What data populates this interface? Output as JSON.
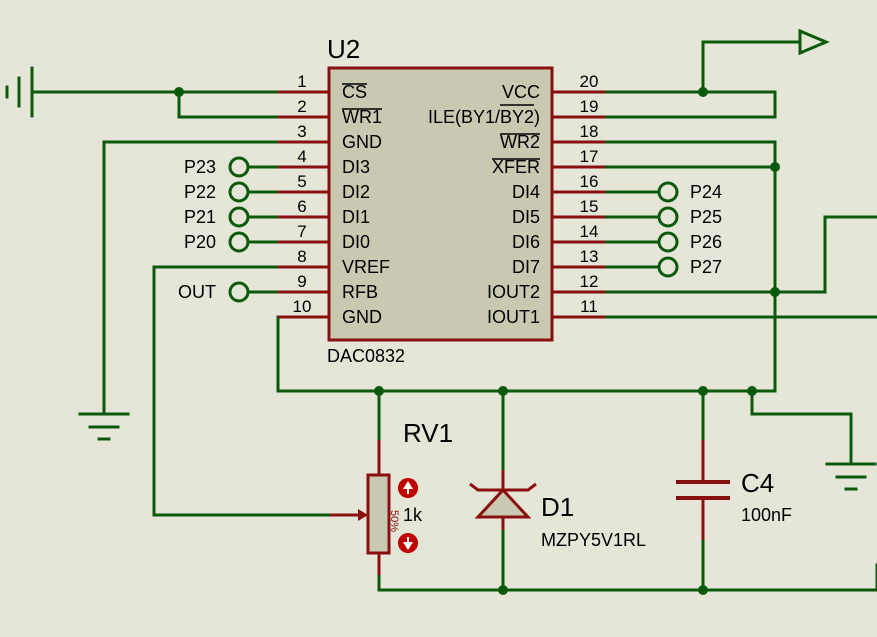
{
  "u2": {
    "ref": "U2",
    "part": "DAC0832",
    "left_pins": [
      {
        "num": "1",
        "name": "CS",
        "overline": true
      },
      {
        "num": "2",
        "name": "WR1",
        "overline": true
      },
      {
        "num": "3",
        "name": "GND"
      },
      {
        "num": "4",
        "name": "DI3"
      },
      {
        "num": "5",
        "name": "DI2"
      },
      {
        "num": "6",
        "name": "DI1"
      },
      {
        "num": "7",
        "name": "DI0"
      },
      {
        "num": "8",
        "name": "VREF"
      },
      {
        "num": "9",
        "name": "RFB"
      },
      {
        "num": "10",
        "name": "GND"
      }
    ],
    "right_pins": [
      {
        "num": "20",
        "name": "VCC"
      },
      {
        "num": "19",
        "name": "ILE(BY1/BY2)"
      },
      {
        "num": "18",
        "name": "WR2",
        "overline": true
      },
      {
        "num": "17",
        "name": "XFER",
        "overline": true
      },
      {
        "num": "16",
        "name": "DI4"
      },
      {
        "num": "15",
        "name": "DI5"
      },
      {
        "num": "14",
        "name": "DI6"
      },
      {
        "num": "13",
        "name": "DI7"
      },
      {
        "num": "12",
        "name": "IOUT2"
      },
      {
        "num": "11",
        "name": "IOUT1"
      }
    ]
  },
  "terminals": {
    "left": [
      "P23",
      "P22",
      "P21",
      "P20",
      "OUT"
    ],
    "right": [
      "P24",
      "P25",
      "P26",
      "P27"
    ]
  },
  "rv1": {
    "ref": "RV1",
    "value": "1k",
    "wiper": "50%"
  },
  "d1": {
    "ref": "D1",
    "part": "MZPY5V1RL"
  },
  "c4": {
    "ref": "C4",
    "value": "100nF"
  },
  "colors": {
    "wire": "#0b5a0b",
    "pin": "#8a1010",
    "body": "#c9c9b1",
    "background": "#e5e5d8"
  }
}
